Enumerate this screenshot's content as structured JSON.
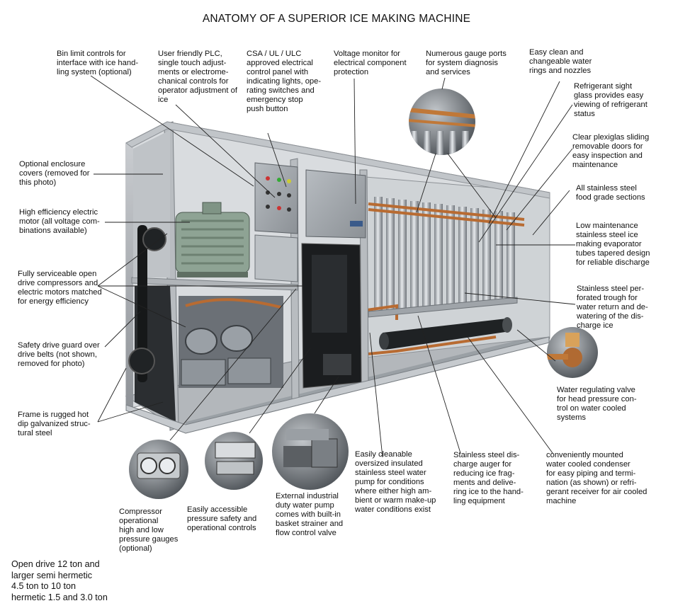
{
  "title": "ANATOMY OF A SUPERIOR ICE MAKING MACHINE",
  "labels": {
    "bin_limit": "Bin limit controls for\ninterface with ice hand-\nling system (optional)",
    "plc": "User friendly PLC,\nsingle touch adjust-\nments or electrome-\nchanical controls for\noperator adjustment of\nice",
    "csa_panel": "CSA / UL / ULC\napproved electrical\ncontrol panel with\nindicating lights, ope-\nrating switches and\nemergency stop\npush button",
    "voltage_monitor": "Voltage monitor for\nelectrical component\nprotection",
    "gauge_ports": "Numerous gauge ports\nfor system diagnosis\nand services",
    "water_rings": "Easy clean and\nchangeable water\nrings and nozzles",
    "sight_glass": "Refrigerant sight\nglass provides easy\nviewing of refrigerant\nstatus",
    "plexiglas": "Clear plexiglas sliding\nremovable doors for\neasy inspection and\nmaintenance",
    "enclosure": "Optional enclosure\ncovers (removed for\nthis photo)",
    "food_grade": "All stainless steel\nfood grade sections",
    "motor": "High efficiency electric\nmotor (all voltage com-\nbinations available)",
    "evaporator": "Low maintenance\nstainless steel ice\nmaking evaporator\ntubes tapered design\nfor reliable discharge",
    "compressors": "Fully serviceable open\ndrive compressors and\nelectric motors matched\nfor energy efficiency",
    "trough": "Stainless steel per-\nforated trough for\nwater return and de-\nwatering of the dis-\ncharge ice",
    "drive_guard": "Safety drive guard over\ndrive belts (not shown,\nremoved for photo)",
    "regulating_valve": "Water regulating valve\nfor head pressure con-\ntrol on water cooled\nsystems",
    "frame": "Frame is rugged hot\ndip galvanized struc-\ntural steel",
    "water_pump_insulated": "Easily cleanable\noversized insulated\nstainless steel water\npump for conditions\nwhere either high am-\nbient or warm make-up\nwater conditions exist",
    "auger": "Stainless steel dis-\ncharge auger for\nreducing ice frag-\nments and delive-\nring ice to the hand-\nling equipment",
    "condenser": "conveniently mounted\nwater cooled condenser\nfor easy piping and termi-\nnation (as shown) or refri-\ngerant receiver for air cooled\nmachine",
    "gauges": "Compressor\noperational\nhigh and low\npressure gauges\n(optional)",
    "pressure_controls": "Easily accessible\npressure safety and\noperational controls",
    "external_pump": "External industrial\nduty water pump\ncomes with built-in\nbasket strainer and\nflow control valve"
  },
  "footnote": "Open drive 12 ton and\nlarger semi hermetic\n4.5 ton to 10 ton\nhermetic 1.5 and 3.0 ton"
}
